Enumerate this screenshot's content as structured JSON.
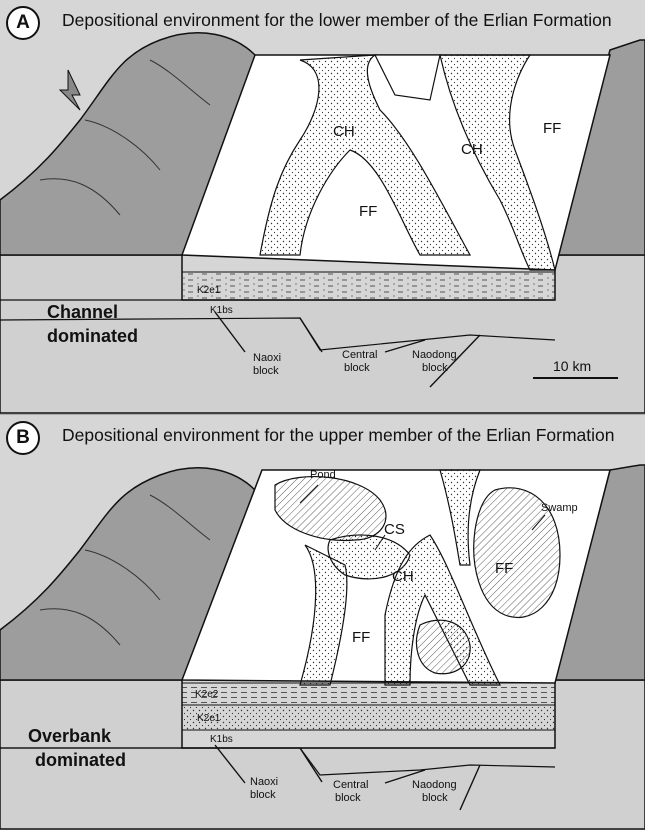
{
  "panel_a": {
    "letter": "A",
    "title": "Depositional environment for the lower member of the Erlian Formation",
    "labels": {
      "ch1": "CH",
      "ch2": "CH",
      "ff1": "FF",
      "ff2": "FF",
      "k2e1": "K2e1",
      "k1bs": "K1bs",
      "dominated_line1": "Channel",
      "dominated_line2": "dominated",
      "naoxi1": "Naoxi",
      "naoxi2": "block",
      "central1": "Central",
      "central2": "block",
      "naodong1": "Naodong",
      "naodong2": "block",
      "scale": "10 km"
    }
  },
  "panel_b": {
    "letter": "B",
    "title": "Depositional environment for the upper member of the Erlian Formation",
    "labels": {
      "pond": "Pond",
      "swamp": "Swamp",
      "cs": "CS",
      "ch": "CH",
      "ff1": "FF",
      "ff2": "FF",
      "k2e2": "K2e2",
      "k2e1": "K2e1",
      "k1bs": "K1bs",
      "dominated_line1": "Overbank",
      "dominated_line2": "dominated",
      "naoxi1": "Naoxi",
      "naoxi2": "block",
      "central1": "Central",
      "central2": "block",
      "naodong1": "Naodong",
      "naodong2": "block"
    }
  }
}
